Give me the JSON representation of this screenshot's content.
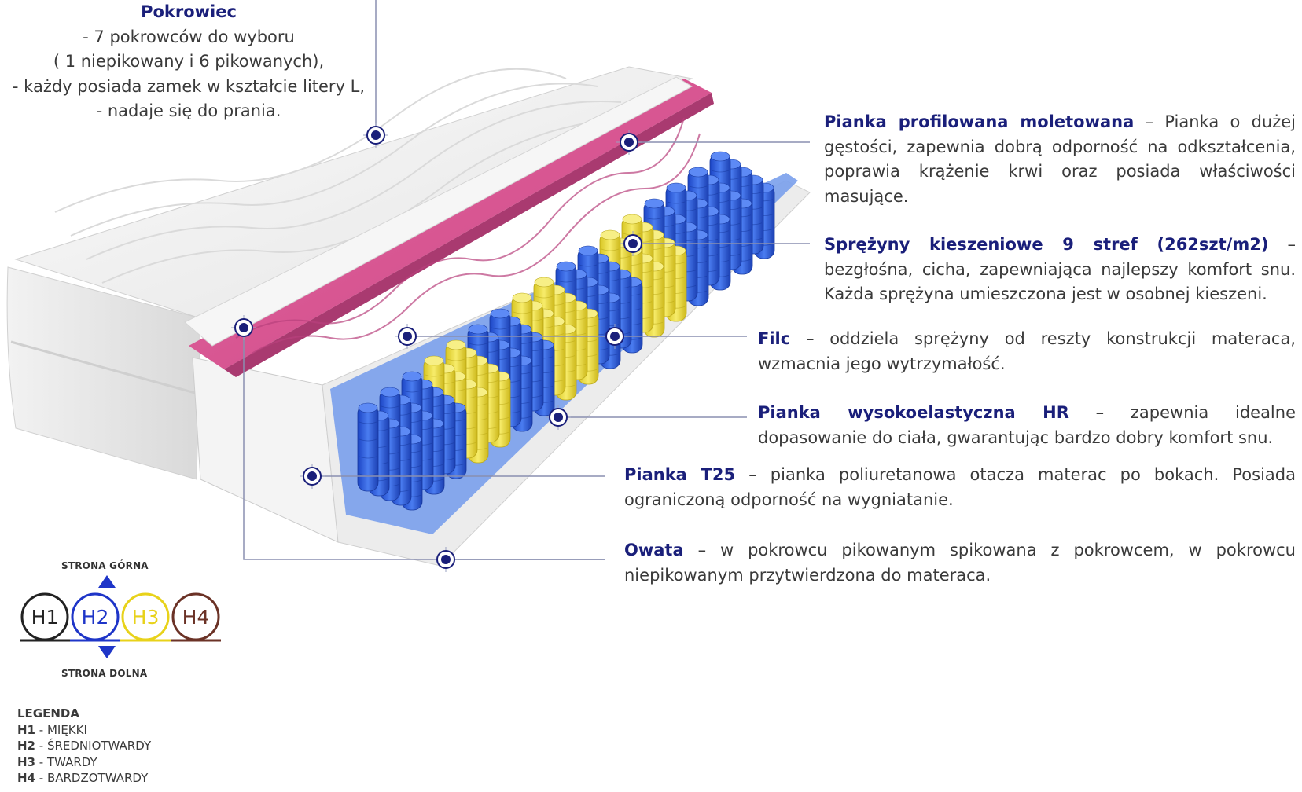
{
  "cover": {
    "title": "Pokrowiec",
    "lines": [
      "- 7 pokrowców do wyboru",
      "( 1 niepikowany i 6 pikowanych),",
      "-  każdy posiada zamek w kształcie litery L,",
      "- nadaje się do prania."
    ]
  },
  "callouts": [
    {
      "title": "Pianka profilowana moletowana",
      "text": " – Pianka o dużej gęstości, zapewnia dobrą odporność na odkształcenia, poprawia krążenie krwi oraz posiada właściwości masujące."
    },
    {
      "title": "Sprężyny kieszeniowe 9 stref (262szt/m2)",
      "text": " – bezgłośna, cicha, zapewniająca najlepszy komfort snu. Każda sprężyna umieszczona jest w osobnej kieszeni."
    },
    {
      "title": "Filc",
      "text": " – oddziela sprężyny od reszty konstrukcji materaca, wzmacnia jego wytrzymałość."
    },
    {
      "title": "Pianka wysokoelastyczna HR",
      "text": " – zapewnia idealne dopasowanie do ciała, gwarantując bardzo dobry komfort snu."
    },
    {
      "title": "Pianka T25",
      "text": " – pianka poliuretanowa otacza materac po bokach. Posiada ograniczoną odporność na wygniatanie."
    },
    {
      "title": "Owata",
      "text": " – w pokrowcu pikowanym spikowana z pokrowcem, w pokrowcu niepikowanym przytwierdzona do materaca."
    }
  ],
  "hardness": {
    "top_label": "STRONA GÓRNA",
    "bottom_label": "STRONA DOLNA",
    "levels": [
      {
        "label": "H1",
        "color": "#222222"
      },
      {
        "label": "H2",
        "color": "#1e35c8"
      },
      {
        "label": "H3",
        "color": "#e8d21a"
      },
      {
        "label": "H4",
        "color": "#6b3226"
      }
    ],
    "selected_index": 1
  },
  "legend": {
    "title": "LEGENDA",
    "items": [
      {
        "key": "H1",
        "value": " - MIĘKKI"
      },
      {
        "key": "H2",
        "value": " - ŚREDNIOTWARDY"
      },
      {
        "key": "H3",
        "value": " - TWARDY"
      },
      {
        "key": "H4",
        "value": " - BARDZOTWARDY"
      }
    ]
  },
  "colors": {
    "marker": "#1a1f7a",
    "pink_foam": "#d9538f",
    "spring_blue": "#2a57d6",
    "spring_yellow": "#eadc3c",
    "felt": "#6f96e6"
  }
}
